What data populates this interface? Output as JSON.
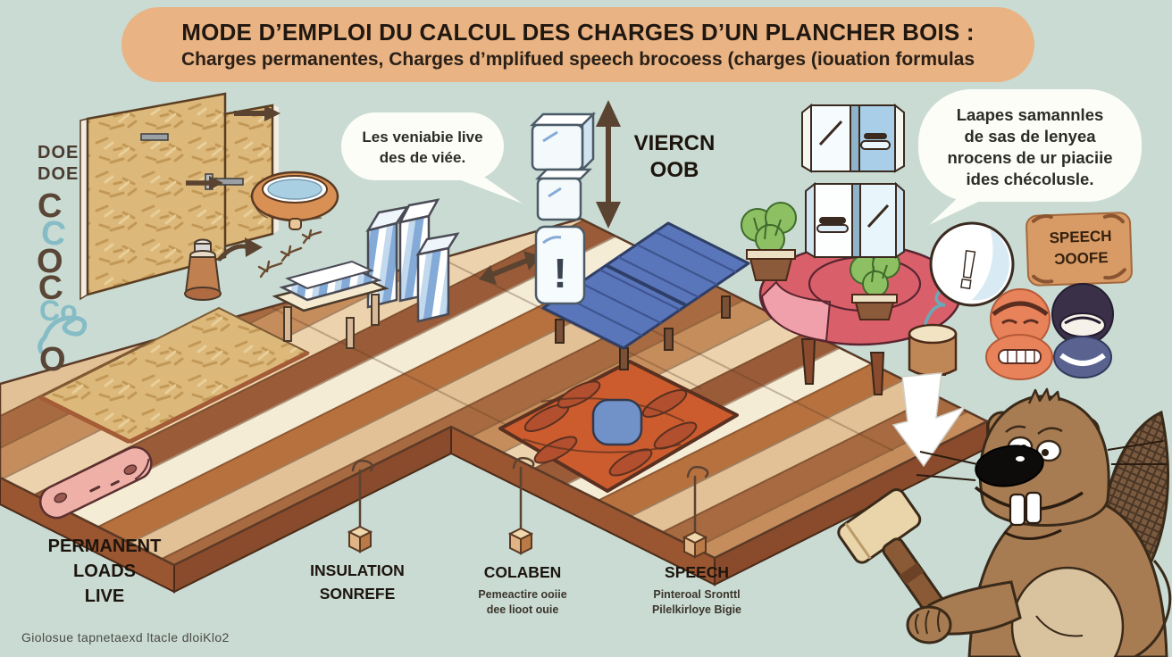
{
  "title": {
    "line1": "MODE D’EMPLOI DU CALCUL DES CHARGES D’UN PLANCHER BOIS :",
    "line2": "Charges permanentes, Charges d’mplifued speech brocoess (charges (iouation formulas"
  },
  "left_panel": {
    "doe1": "DOE",
    "doe2": "DOE",
    "chain": [
      "C",
      "C",
      "O",
      "C",
      "Co",
      "O"
    ]
  },
  "bubble1": {
    "line1": "Les veniabie live",
    "line2": "des de viée."
  },
  "arrow_label": {
    "line1": "VIERCN",
    "line2": "OOB"
  },
  "bubble2": {
    "line1": "Laapes samannles",
    "line2": "de sas de lenyea",
    "line3": "nrocens de ur piaciie",
    "line4": "ides chécolusle."
  },
  "parchment": {
    "line1": "SPEECH",
    "line2": "ƆOOFE"
  },
  "marks": {
    "circle": "!",
    "cube": "!"
  },
  "labels": {
    "permanent": {
      "line1": "PERMANENT",
      "line2": "LOADS",
      "line3": "LIVE"
    },
    "insulation": {
      "line1": "INSULATION",
      "line2": "SONREFE"
    },
    "colaben": {
      "title": "COLABEN",
      "sub1": "Pemeactire ooiie",
      "sub2": "dee lioot ouie"
    },
    "speech": {
      "title": "SPEECH",
      "sub1": "Pinteroal Sronttl",
      "sub2": "Pilelkirloye Bigie"
    }
  },
  "caption": "Giolosue tapnetaexd ltacle dloiKlo2",
  "colors": {
    "background": "#c9dbd3",
    "banner": "#e9b383",
    "accent_teal": "#85bcc6",
    "wood_dark": "#9a5c38",
    "wood_mid": "#c68d5c",
    "wood_light": "#ecd3ae",
    "osb": "#ddb87b",
    "rug_orange": "#cc5c2e",
    "futon_blue": "#5a76ba",
    "pouf_red": "#d9606a",
    "plank_pink": "#efb0a8",
    "beaver_brown": "#a87c52",
    "text_dark": "#241a10"
  }
}
